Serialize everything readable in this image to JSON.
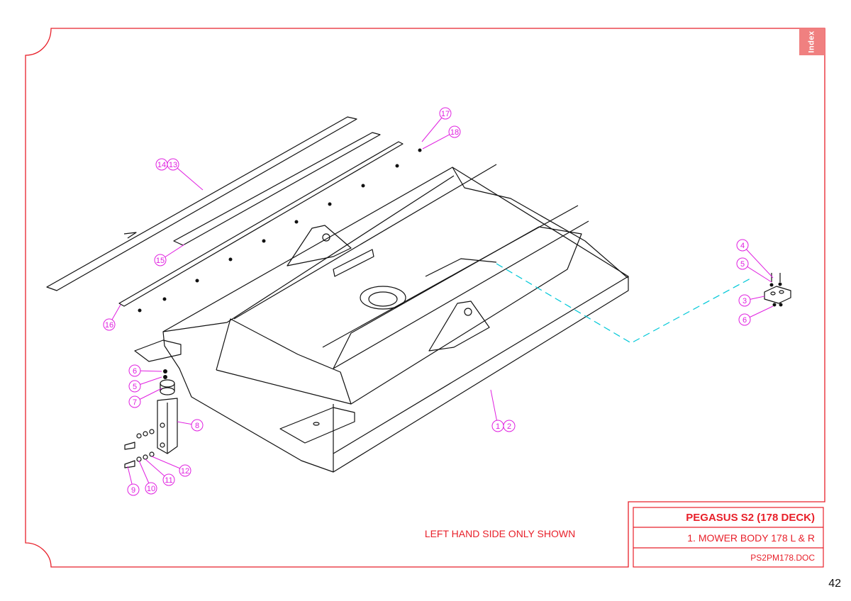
{
  "index_tab": {
    "label": "Index"
  },
  "title_block": {
    "title": "PEGASUS S2 (178 DECK)",
    "subtitle": "1. MOWER BODY 178 L & R",
    "doc": "PS2PM178.DOC"
  },
  "note": "LEFT HAND SIDE ONLY SHOWN",
  "page_number": "42",
  "callouts": [
    "1",
    "2",
    "3",
    "4",
    "5",
    "6",
    "7",
    "8",
    "9",
    "10",
    "11",
    "12",
    "13",
    "14",
    "15",
    "16",
    "17",
    "18"
  ],
  "colors": {
    "frame": "#e8202a",
    "callout": "#e020e0",
    "dash": "#00c8d8",
    "line": "#111111"
  }
}
